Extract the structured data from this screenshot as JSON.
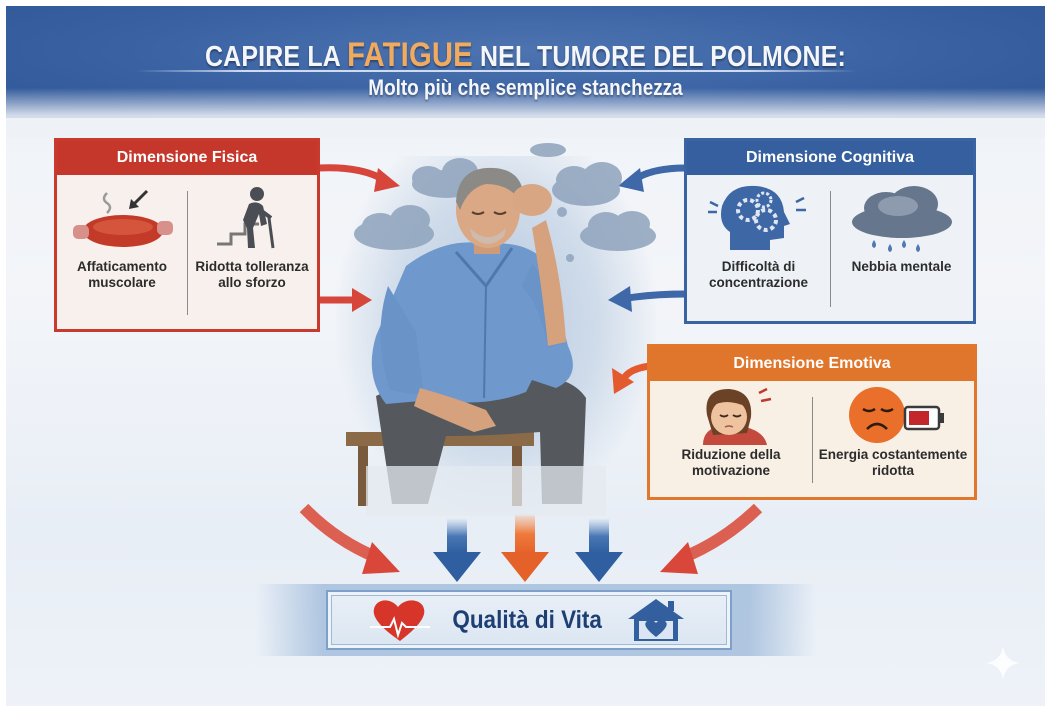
{
  "header": {
    "title_before": "CAPIRE LA ",
    "title_accent": "FATIGUE",
    "title_after": " NEL TUMORE DEL POLMONE:",
    "subtitle": "Molto più che semplice stanchezza"
  },
  "panels": {
    "fisica": {
      "title": "Dimensione Fisica",
      "color": "#c6372b",
      "items": [
        {
          "label": "Affaticamento muscolare",
          "icon": "muscle-icon"
        },
        {
          "label": "Ridotta tolleranza allo sforzo",
          "icon": "person-climbing-stairs-icon"
        }
      ]
    },
    "cognitiva": {
      "title": "Dimensione Cognitiva",
      "color": "#365f9f",
      "items": [
        {
          "label": "Difficoltà di concentrazione",
          "icon": "head-gears-icon"
        },
        {
          "label": "Nebbia mentale",
          "icon": "rain-cloud-icon"
        }
      ]
    },
    "emotiva": {
      "title": "Dimensione Emotiva",
      "color": "#e0762c",
      "items": [
        {
          "label": "Riduzione della motivazione",
          "icon": "tired-girl-icon"
        },
        {
          "label": "Energia costantemente ridotta",
          "icon": "sad-face-low-battery-icon"
        }
      ]
    }
  },
  "center": {
    "illustration": "tired-man-seated-icon"
  },
  "footer": {
    "label": "Qualità di Vita",
    "left_icon": "heart-pulse-icon",
    "right_icon": "house-heart-icon"
  },
  "colors": {
    "header_blue": "#3a62a3",
    "accent_orange": "#f2ab5e",
    "red": "#c6372b",
    "blue": "#365f9f",
    "orange": "#e0762c",
    "qol_text": "#1e3f74"
  }
}
